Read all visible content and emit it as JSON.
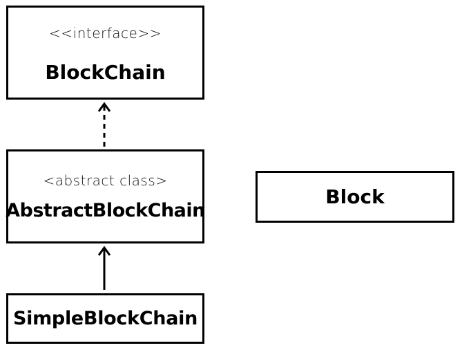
{
  "diagram": {
    "nodes": {
      "blockchain": {
        "stereotype": "<<interface>>",
        "name": "BlockChain"
      },
      "abstract": {
        "stereotype": "<abstract class>",
        "name": "AbstractBlockChain"
      },
      "simple": {
        "name": "SimpleBlockChain"
      },
      "block": {
        "name": "Block"
      }
    },
    "edges": [
      {
        "from": "AbstractBlockChain",
        "to": "BlockChain",
        "style": "dashed",
        "relation": "realization"
      },
      {
        "from": "SimpleBlockChain",
        "to": "AbstractBlockChain",
        "style": "solid",
        "relation": "inheritance"
      }
    ]
  }
}
